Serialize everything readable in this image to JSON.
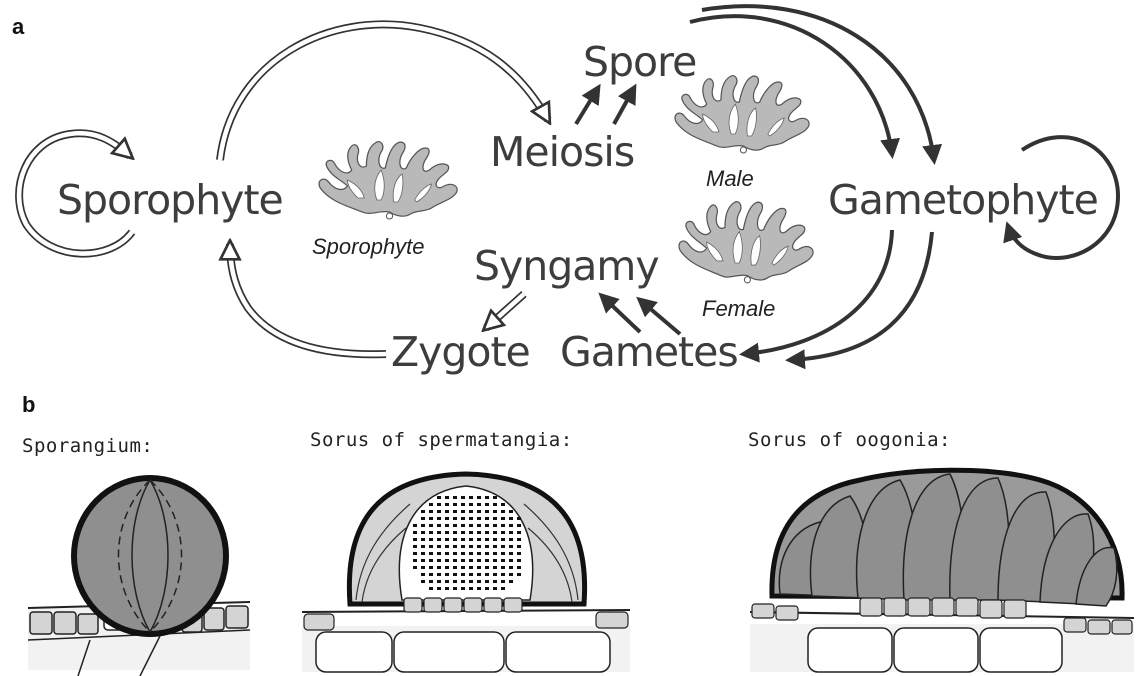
{
  "panel_a": {
    "letter": "a",
    "labels": {
      "sporophyte": "Sporophyte",
      "meiosis": "Meiosis",
      "spore": "Spore",
      "gametophyte": "Gametophyte",
      "syngamy": "Syngamy",
      "zygote": "Zygote",
      "gametes": "Gametes"
    },
    "illustrations": {
      "sporophyte": "Sporophyte",
      "male": "Male",
      "female": "Female"
    }
  },
  "panel_b": {
    "letter": "b",
    "captions": {
      "sporangium": "Sporangium:",
      "spermatangia": "Sorus of spermatangia:",
      "oogonia": "Sorus of oogonia:"
    }
  },
  "colors": {
    "text": "#3d3d3d",
    "arrow": "#333333",
    "thallus_fill": "#b9b9b9",
    "cell_dark": "#8f8f8f",
    "cell_light": "#d4d4d4"
  }
}
